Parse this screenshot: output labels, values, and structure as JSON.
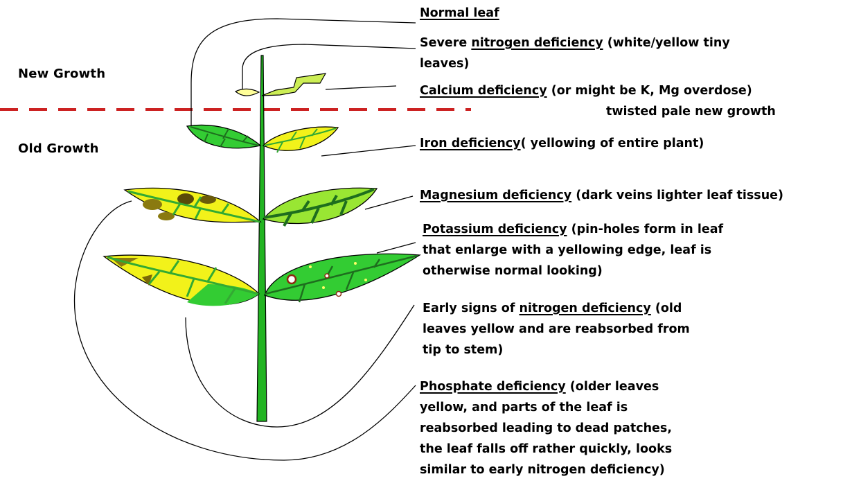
{
  "zones": {
    "new_growth": "New Growth",
    "old_growth": "Old Growth"
  },
  "labels": {
    "normal": {
      "head": "Normal leaf",
      "rest": ""
    },
    "severe_n": {
      "head": "Severe ",
      "u": "nitrogen deficiency",
      "rest": " (white/yellow tiny",
      "line2": "leaves)"
    },
    "calcium": {
      "head": "Calcium deficiency",
      "rest": " (or might be K, Mg overdose)",
      "line2": "twisted pale new growth"
    },
    "iron": {
      "head": "Iron deficiency",
      "rest": "( yellowing of entire plant)"
    },
    "magnesium": {
      "head": "Magnesium deficiency",
      "rest": " (dark veins lighter leaf tissue)"
    },
    "potassium": {
      "head": "Potassium deficiency",
      "rest": " (pin-holes form in leaf",
      "line2": "that enlarge with a yellowing edge, leaf is",
      "line3": "otherwise normal looking)"
    },
    "early_n": {
      "line1a": "Early signs of ",
      "u": "nitrogen deficiency",
      "line1b": " (old",
      "line2": "leaves yellow and are reabsorbed from",
      "line3": "tip to stem)"
    },
    "phosphate": {
      "head": "Phosphate deficiency",
      "rest": " (older leaves",
      "line2": "yellow, and parts of the leaf is",
      "line3": "reabsorbed leading to dead patches,",
      "line4": "the leaf falls off rather quickly, looks",
      "line5": "similar to early nitrogen deficiency)"
    }
  },
  "colors": {
    "stem": "#22b422",
    "leaf_green": "#33cc33",
    "leaf_light_green": "#99e633",
    "leaf_yellow": "#f2f21a",
    "leaf_pale": "#ffff99",
    "vein_dark": "#1e6e1e",
    "dashed_line": "#cc2222",
    "leader": "#000000"
  }
}
